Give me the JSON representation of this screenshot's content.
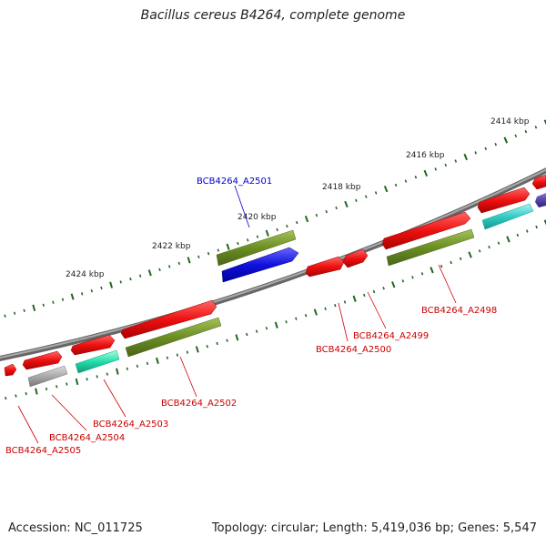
{
  "title": "Bacillus cereus B4264, complete genome",
  "footer": {
    "accession": "Accession: NC_011725",
    "summary": "Topology: circular; Length: 5,419,036 bp; Genes: 5,547"
  },
  "colors": {
    "forward_cds": "#ee1111",
    "reverse_cds": "#6b8e23",
    "selected": "#1111dd",
    "other_a": "#33ddcc",
    "other_b": "#22ddaa",
    "pseudo": "#aaaaaa",
    "purple": "#5544aa",
    "tick": "#226622",
    "backbone": "#888888",
    "label_red": "#cc0000",
    "label_blue": "#0000cc"
  },
  "scale_labels": [
    "2414 kbp",
    "2416 kbp",
    "2418 kbp",
    "2420 kbp",
    "2422 kbp",
    "2424 kbp"
  ],
  "gene_labels": [
    {
      "name": "BCB4264_A2501",
      "kind": "selected"
    },
    {
      "name": "BCB4264_A2498",
      "kind": "normal"
    },
    {
      "name": "BCB4264_A2499",
      "kind": "normal"
    },
    {
      "name": "BCB4264_A2500",
      "kind": "normal"
    },
    {
      "name": "BCB4264_A2502",
      "kind": "normal"
    },
    {
      "name": "BCB4264_A2503",
      "kind": "normal"
    },
    {
      "name": "BCB4264_A2504",
      "kind": "normal"
    },
    {
      "name": "BCB4264_A2505",
      "kind": "normal"
    }
  ]
}
